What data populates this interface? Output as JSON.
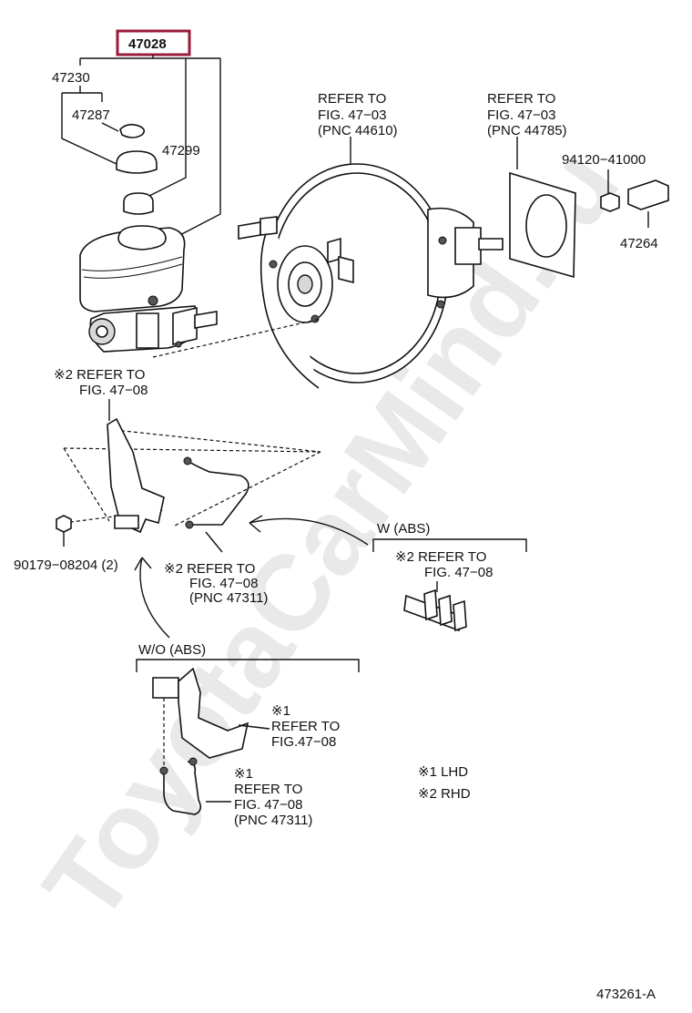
{
  "watermark": "ToyotaCarMind.ru",
  "diagram_id": "473261-A",
  "parts": {
    "p47028": "47028",
    "p47230": "47230",
    "p47287": "47287",
    "p47299": "47299",
    "p94120": "94120−41000",
    "p47264": "47264",
    "p90179": "90179−08204 (2)"
  },
  "refs": {
    "booster": [
      "REFER TO",
      "FIG. 47−03",
      "(PNC 44610)"
    ],
    "plate": [
      "REFER TO",
      "FIG. 47−03",
      "(PNC 44785)"
    ],
    "bracket_rhd": [
      "※2 REFER TO",
      "FIG. 47−08"
    ],
    "tube_rhd": [
      "※2 REFER TO",
      "FIG. 47−08",
      "(PNC 47311)"
    ],
    "abs_bracket": [
      "※2 REFER TO",
      "FIG. 47−08"
    ],
    "wo_bracket": [
      "※1",
      "REFER TO",
      "FIG.47−08"
    ],
    "wo_tube": [
      "※1",
      "REFER TO",
      "FIG. 47−08",
      "(PNC 47311)"
    ]
  },
  "variants": {
    "w_abs": "W (ABS)",
    "wo_abs": "W/O (ABS)"
  },
  "legend": {
    "lhd": "※1 LHD",
    "rhd": "※2 RHD"
  },
  "colors": {
    "highlight": "#9b1b3a",
    "watermark": "#e9e9e9"
  }
}
